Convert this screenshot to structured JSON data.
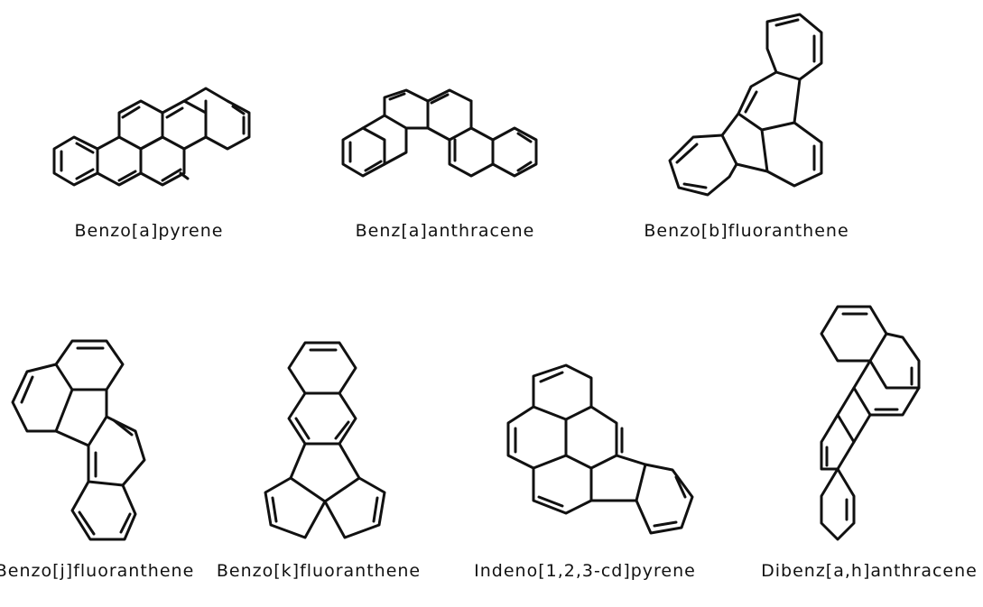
{
  "compounds": [
    {
      "name": "Benzo[a]pyrene"
    },
    {
      "name": "Benz[a]anthracene"
    },
    {
      "name": "Benzo[b]fluoranthene"
    },
    {
      "name": "Benzo[j]fluoranthene"
    },
    {
      "name": "Benzo[k]fluoranthene"
    },
    {
      "name": "Indeno[1,2,3-cd]pyrene"
    },
    {
      "name": "Dibenz[a,h]anthracene"
    }
  ],
  "colors": {
    "line": "#111111",
    "background": "#ffffff"
  }
}
